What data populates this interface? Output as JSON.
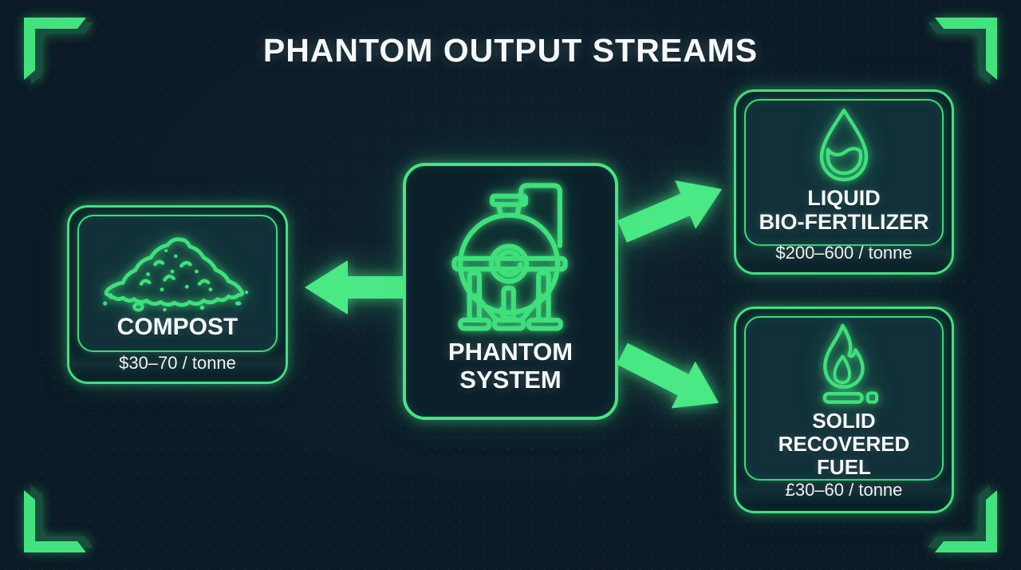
{
  "title": {
    "text": "PHANTOM OUTPUT STREAMS"
  },
  "center": {
    "title_lines": [
      "PHANTOM",
      "SYSTEM"
    ],
    "icon": "bioreactor-tank-icon"
  },
  "cards": {
    "compost": {
      "title_lines": [
        "COMPOST"
      ],
      "price": "$30–70 / tonne",
      "icon": "compost-pile-icon"
    },
    "liquid": {
      "title_lines": [
        "LIQUID",
        "BIO-FERTILIZER"
      ],
      "price": "$200–600 / tonne",
      "icon": "water-drop-icon"
    },
    "solid": {
      "title_lines": [
        "SOLID",
        "RECOVERED",
        "FUEL"
      ],
      "price": "£30–60 / tonne",
      "icon": "flame-icon"
    }
  },
  "arrows": [
    "arrow-to-compost",
    "arrow-to-liquid-bio-fertilizer",
    "arrow-to-solid-recovered-fuel"
  ],
  "decorations": [
    "corner-bracket-top-left",
    "corner-bracket-top-right",
    "corner-bracket-bottom-left",
    "corner-bracket-bottom-right"
  ],
  "colors": {
    "background": "#0b1a26",
    "accent_green": "#45e27e",
    "accent_dark_green": "#17503f",
    "card_background": "#0a1f29",
    "inner_panel_background": "#113039",
    "text": "#f6f9fa"
  }
}
